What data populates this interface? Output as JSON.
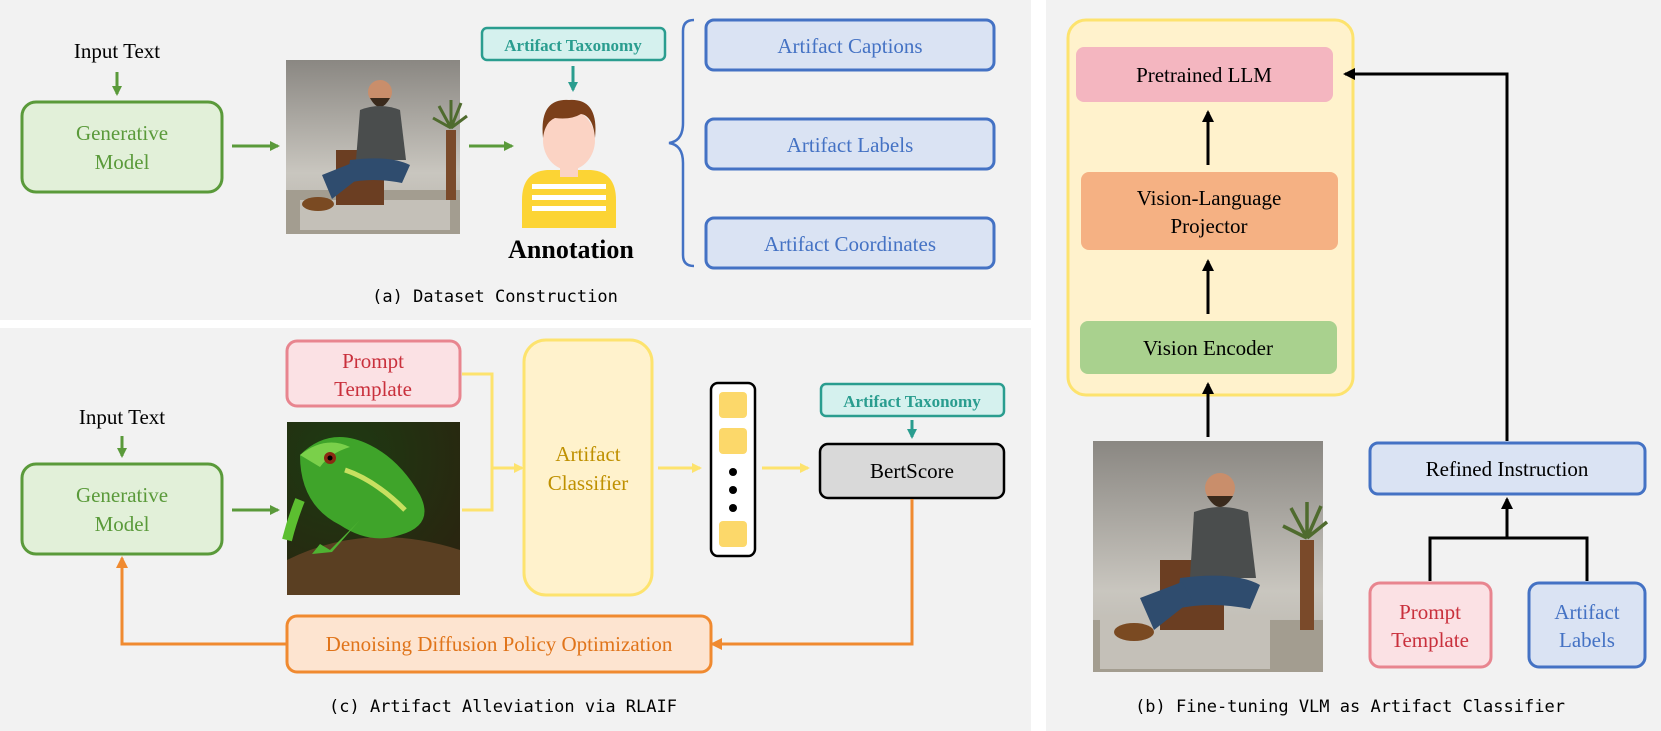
{
  "panel_a": {
    "caption": "(a) Dataset Construction",
    "input_text": "Input Text",
    "generative_model": [
      "Generative",
      "Model"
    ],
    "taxonomy": "Artifact Taxonomy",
    "annotation": "Annotation",
    "outputs": [
      "Artifact Captions",
      "Artifact Labels",
      "Artifact Coordinates"
    ]
  },
  "panel_c": {
    "caption": "(c) Artifact Alleviation via RLAIF",
    "input_text": "Input Text",
    "generative_model": [
      "Generative",
      "Model"
    ],
    "prompt_template": [
      "Prompt",
      "Template"
    ],
    "classifier": [
      "Artifact",
      "Classifier"
    ],
    "taxonomy": "Artifact Taxonomy",
    "bertscore": "BertScore",
    "ddpo": "Denoising Diffusion Policy Optimization"
  },
  "panel_b": {
    "caption": "(b) Fine-tuning VLM as Artifact Classifier",
    "llm": "Pretrained LLM",
    "projector": [
      "Vision-Language",
      "Projector"
    ],
    "encoder": "Vision Encoder",
    "refined": "Refined Instruction",
    "prompt_template": [
      "Prompt",
      "Template"
    ],
    "labels": [
      "Artifact",
      "Labels"
    ]
  },
  "colors": {
    "green": "#5a9a3a",
    "blue": "#4472c4",
    "teal": "#2a9d8f",
    "orange": "#f08a30",
    "pink": "#e8858f",
    "yellow": "#fde36e"
  }
}
